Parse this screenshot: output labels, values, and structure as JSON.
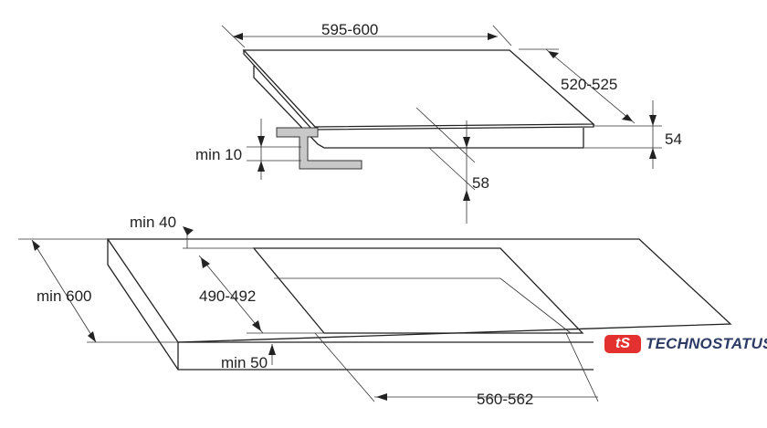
{
  "dimensions": {
    "hob_width": "595-600",
    "hob_depth": "520-525",
    "hob_height": "54",
    "min_clearance": "min 10",
    "built_in_depth": "58",
    "min_front_gap": "min 40",
    "min_depth_worktop": "min 600",
    "cutout_depth": "490-492",
    "min_back_gap": "min 50",
    "cutout_width": "560-562"
  },
  "logo": {
    "mark": "tS",
    "text": "TECHNOSTATUS",
    "color": "#e2312f",
    "text_color": "#2c3b66"
  }
}
